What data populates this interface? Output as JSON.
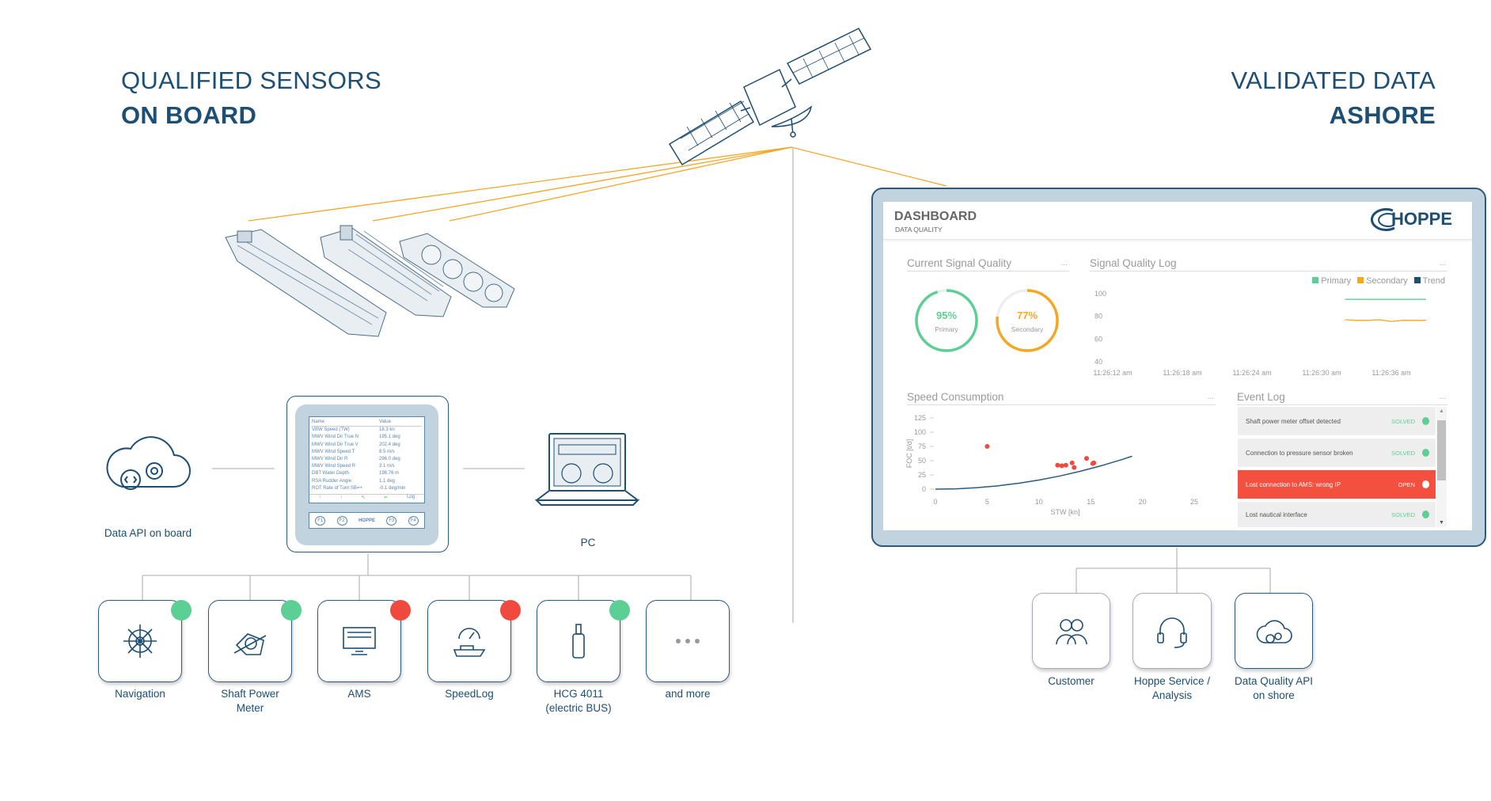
{
  "headings": {
    "left_line1": "QUALIFIED SENSORS",
    "left_line2": "ON BOARD",
    "right_line1": "VALIDATED DATA",
    "right_line2": "ASHORE"
  },
  "onboard": {
    "cloud_label": "Data API on board",
    "pc_label": "PC",
    "device": {
      "col_name": "Name",
      "col_value": "Value",
      "rows": [
        [
          "VBW Speed (TW)",
          "18.3 kn"
        ],
        [
          "MWV Wind Dir True N",
          "195.1 deg"
        ],
        [
          "MWV Wind Dir True V",
          "202.4 deg"
        ],
        [
          "MWV Wind Speed T",
          "8.5 m/s"
        ],
        [
          "MWV Wind Dir R",
          "296.0 deg"
        ],
        [
          "MWV Wind Speed R",
          "3.1 m/s"
        ],
        [
          "DBT Water Depth",
          "198.76 m"
        ],
        [
          "RSA Rudder Angle",
          "1.1 deg"
        ],
        [
          "ROT Rate of Turn SB=+",
          "-0.1 deg/min"
        ]
      ],
      "log_label": "Log",
      "fkeys": [
        "F1",
        "F2",
        "F3",
        "F4"
      ],
      "brand": "HOPPE"
    }
  },
  "sensors": [
    {
      "label": "Navigation",
      "status": "ok",
      "icon": "helm-wheel-icon"
    },
    {
      "label": "Shaft Power Meter",
      "status": "ok",
      "icon": "shaft-power-icon"
    },
    {
      "label": "AMS",
      "status": "error",
      "icon": "monitor-icon"
    },
    {
      "label": "SpeedLog",
      "status": "error",
      "icon": "speedlog-icon"
    },
    {
      "label": "HCG 4011 (electric BUS)",
      "status": "ok",
      "icon": "sensor-bottle-icon"
    },
    {
      "label": "and more",
      "status": "none",
      "icon": "more-dots-icon"
    }
  ],
  "status_colors": {
    "ok": "#5ccf95",
    "error": "#f04a3e",
    "line": "#f6a623"
  },
  "ashore": [
    {
      "label": "Customer",
      "icon": "customer-icon"
    },
    {
      "label": "Hoppe Service / Analysis",
      "icon": "headset-icon"
    },
    {
      "label": "Data Quality API on shore",
      "icon": "cloud-gear-icon"
    }
  ],
  "dashboard": {
    "title": "DASHBOARD",
    "subtitle": "DATA QUALITY",
    "brand": "HOPPE",
    "signal_quality": {
      "title": "Current Signal Quality",
      "more": "...",
      "gauges": [
        {
          "value": 95,
          "text": "95%",
          "label": "Primary",
          "color": "#5ccf95"
        },
        {
          "value": 77,
          "text": "77%",
          "label": "Secondary",
          "color": "#f5a623"
        }
      ]
    },
    "event_log": {
      "title": "Event Log",
      "more": "...",
      "events": [
        {
          "text": "Shaft power meter offset detected",
          "status": "SOLVED"
        },
        {
          "text": "Connection to pressure sensor broken",
          "status": "SOLVED"
        },
        {
          "text": "Lost connection to AMS: wrong IP",
          "status": "OPEN"
        },
        {
          "text": "Lost nautical interface",
          "status": "SOLVED"
        }
      ]
    }
  },
  "chart_data": [
    {
      "type": "line",
      "title": "Signal Quality Log",
      "more": "...",
      "legend": [
        "Primary",
        "Secondary",
        "Trend"
      ],
      "legend_colors": [
        "#5ccf95",
        "#f5a623",
        "#1d4e73"
      ],
      "legend_placement": "top-right",
      "yticks": [
        100,
        80,
        60,
        40
      ],
      "ylim": [
        40,
        100
      ],
      "xticks": [
        "11:26:12 am",
        "11:26:18 am",
        "11:26:24 am",
        "11:26:30 am",
        "11:26:36 am"
      ],
      "xlim_seconds": [
        12,
        36
      ],
      "x_seconds": [
        32,
        33,
        34,
        35,
        36,
        37,
        38,
        39
      ],
      "series": [
        {
          "name": "Primary",
          "values": [
            95,
            95,
            95,
            95,
            95,
            95,
            95,
            95
          ]
        },
        {
          "name": "Secondary",
          "values": [
            77,
            76.5,
            76.5,
            77,
            75.5,
            76.5,
            76.5,
            76.5
          ]
        }
      ]
    },
    {
      "type": "scatter",
      "title": "Speed Consumption",
      "more": "...",
      "xlabel": "STW [kn]",
      "ylabel": "FOC [t/d]",
      "xlim": [
        0,
        25
      ],
      "ylim": [
        0,
        125
      ],
      "xticks": [
        0,
        5,
        10,
        15,
        20,
        25
      ],
      "yticks": [
        0,
        25,
        50,
        75,
        100,
        125
      ],
      "points": [
        [
          5,
          75
        ],
        [
          11.8,
          42
        ],
        [
          12.2,
          41
        ],
        [
          12.6,
          42
        ],
        [
          13.2,
          46
        ],
        [
          13.4,
          38
        ],
        [
          14.6,
          54
        ],
        [
          15.2,
          45
        ],
        [
          15.3,
          46
        ]
      ],
      "trend": {
        "x": [
          0,
          2,
          4,
          6,
          8,
          10,
          12,
          14,
          16,
          18,
          19
        ],
        "y": [
          0,
          0.6,
          2.6,
          5.8,
          10.2,
          16,
          23,
          31.4,
          41,
          51.8,
          57.8
        ]
      }
    }
  ]
}
